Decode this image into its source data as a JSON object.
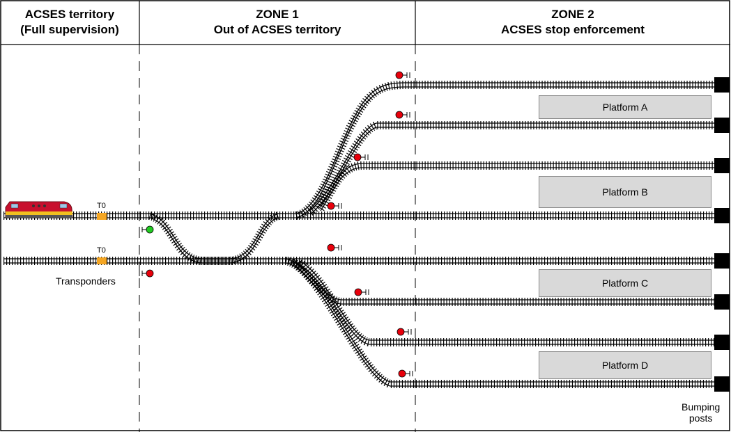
{
  "zones": [
    {
      "line1": "ACSES territory",
      "line2": "(Full supervision)"
    },
    {
      "line1": "ZONE 1",
      "line2": "Out of ACSES territory"
    },
    {
      "line1": "ZONE 2",
      "line2": "ACSES stop enforcement"
    }
  ],
  "platforms": [
    "Platform A",
    "Platform B",
    "Platform C",
    "Platform D"
  ],
  "transponder_label": "T0",
  "transponders_caption": "Transponders",
  "bumping_posts_line1": "Bumping",
  "bumping_posts_line2": "posts",
  "colors": {
    "signal_red": "#e8000b",
    "signal_green": "#22cc22",
    "transponder": "#f5a623",
    "platform": "#d9d9d9",
    "train": "#c8102e"
  }
}
